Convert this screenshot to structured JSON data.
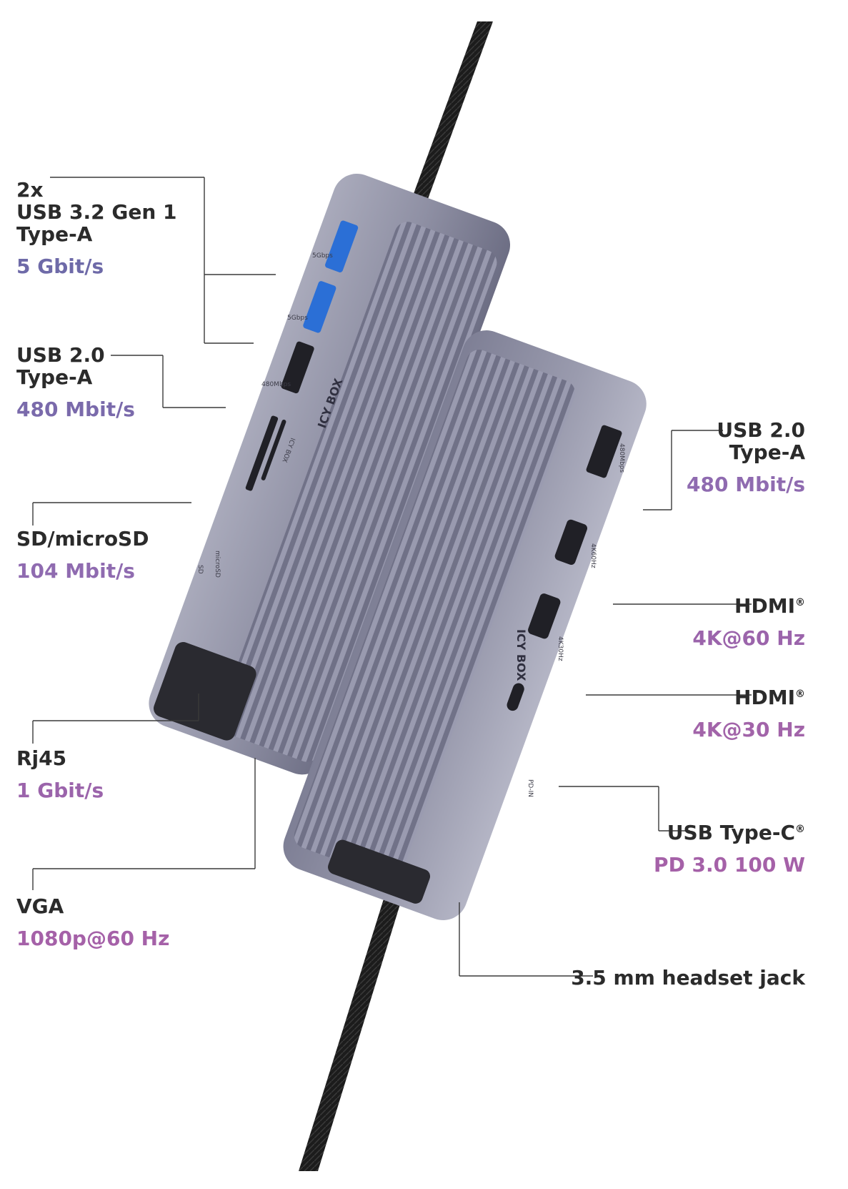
{
  "colors": {
    "text": "#2b2b2b",
    "spec_purple_blue": "#6e6aa8",
    "spec_purple": "#8f6bb0",
    "spec_magenta": "#a561a8",
    "leader": "#3a3a3a",
    "housing": "#8d8ea2",
    "housing_dark": "#55566b",
    "cable": "#1c1c1c"
  },
  "labels": {
    "usb32": {
      "line1": "2x",
      "line2": "USB 3.2 Gen 1",
      "line3": "Type-A",
      "spec": "5 Gbit/s"
    },
    "usb20_left": {
      "line1": "USB 2.0",
      "line2": "Type-A",
      "spec": "480 Mbit/s"
    },
    "sd": {
      "line1": "SD/microSD",
      "spec": "104 Mbit/s"
    },
    "rj45": {
      "line1": "Rj45",
      "spec": "1 Gbit/s"
    },
    "vga": {
      "line1": "VGA",
      "spec": "1080p@60 Hz"
    },
    "usb20_right": {
      "line1": "USB 2.0",
      "line2": "Type-A",
      "spec": "480 Mbit/s"
    },
    "hdmi60": {
      "line1": "HDMI",
      "mark": "®",
      "spec": "4K@60 Hz"
    },
    "hdmi30": {
      "line1": "HDMI",
      "mark": "®",
      "spec": "4K@30 Hz"
    },
    "usbc": {
      "line1": "USB Type-C",
      "mark": "®",
      "spec": "PD 3.0 100 W"
    },
    "jack": {
      "line1": "3.5 mm headset jack"
    }
  },
  "device": {
    "brand": "ICY BOX",
    "port_marks": {
      "usb32_a": "5Gbps",
      "usb32_b": "5Gbps",
      "usb20": "480Mbps",
      "sd": "SD",
      "microsd": "microSD",
      "usb20_right": "480Mbps",
      "hdmi_a": "4K60Hz",
      "hdmi_b": "4K30Hz",
      "pd": "PD-IN"
    }
  }
}
